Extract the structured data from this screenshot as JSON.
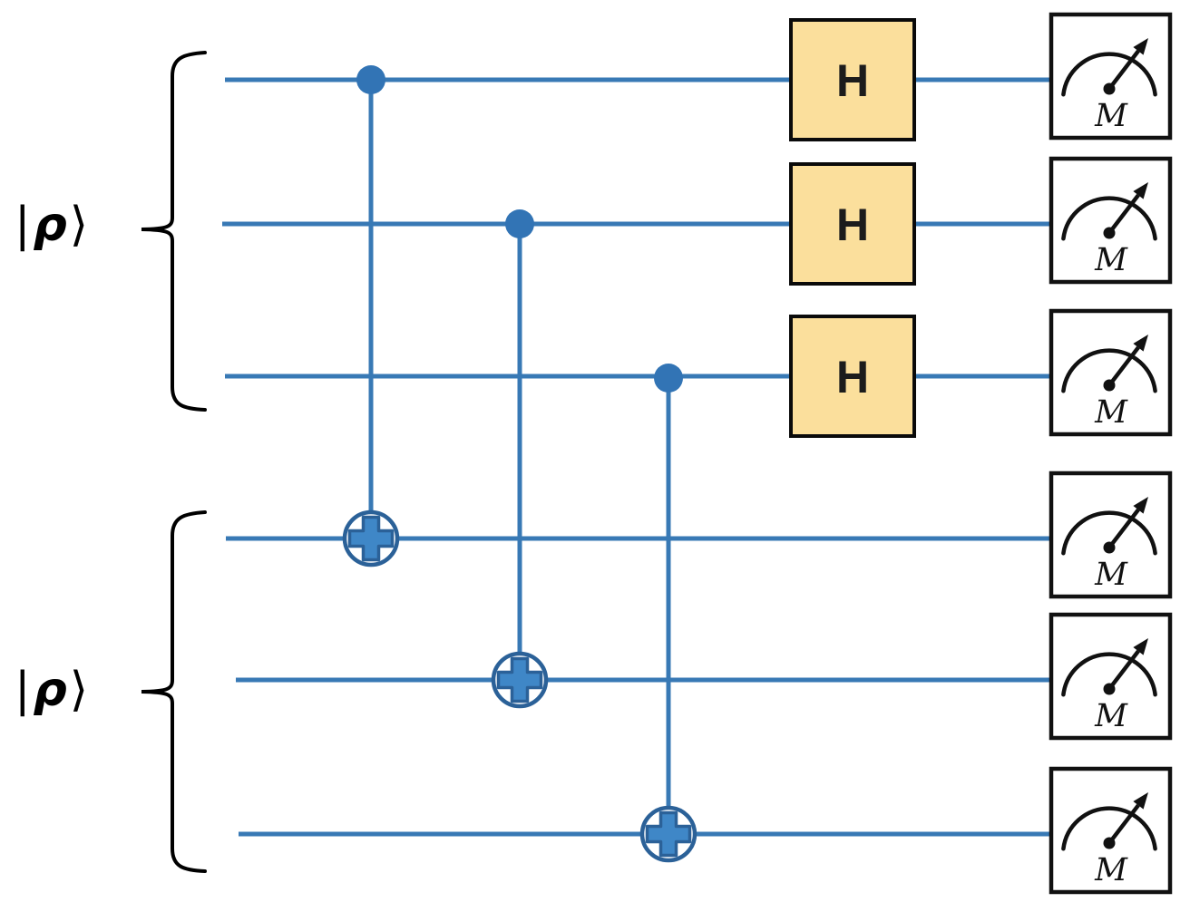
{
  "figure": {
    "kind": "quantum-circuit-diagram",
    "background_color": "#FFFFFF",
    "wire_count": 6
  },
  "registers": {
    "top": {
      "ket_open": "|",
      "symbol": "ρ",
      "ket_close": "⟩",
      "qubit_count": 3
    },
    "bottom": {
      "ket_open": "|",
      "symbol": "ρ",
      "ket_close": "⟩",
      "qubit_count": 3
    }
  },
  "gates": {
    "hadamard_label": "H",
    "measurement_label": "M",
    "hadamard_count": 3,
    "measurement_count": 6,
    "cnot_connections": [
      {
        "control_wire": 1,
        "target_wire": 4
      },
      {
        "control_wire": 2,
        "target_wire": 5
      },
      {
        "control_wire": 3,
        "target_wire": 6
      }
    ]
  },
  "colors": {
    "wire": "#3879B5",
    "control_dot": "#3274B5",
    "target_outline": "#2B6198",
    "target_cross_fill": "#3F87C7",
    "hadamard_fill": "#FBDF9C",
    "hadamard_border": "#0A0A0A",
    "measure_box_fill": "#FFFFFF",
    "measure_box_border": "#111111",
    "ink": "#000000"
  }
}
